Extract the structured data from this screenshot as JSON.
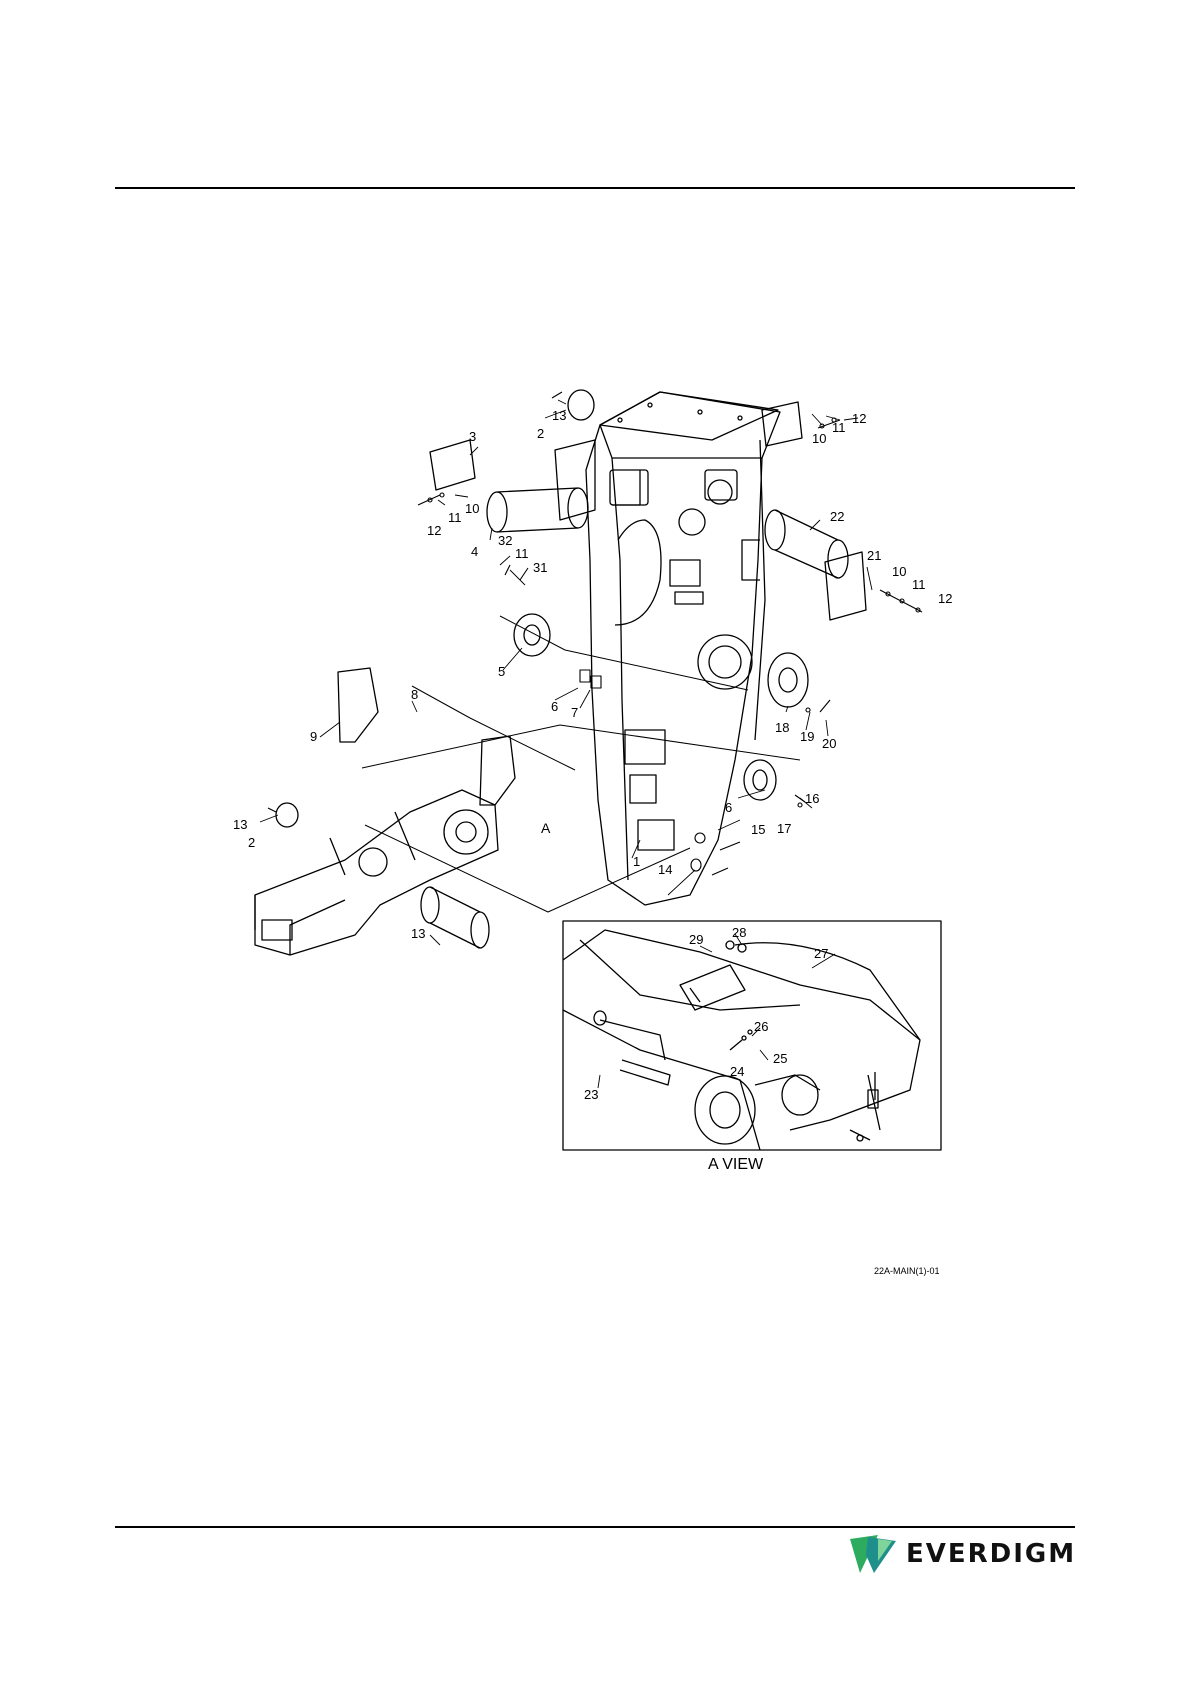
{
  "callouts": {
    "n1": "1",
    "n2a": "2",
    "n2b": "2",
    "n3": "3",
    "n4": "4",
    "n5": "5",
    "n6a": "6",
    "n6b": "6",
    "n7": "7",
    "n8": "8",
    "n9": "9",
    "n10a": "10",
    "n10b": "10",
    "n10c": "10",
    "n11a": "11",
    "n11b": "11",
    "n11c": "11",
    "n11d": "11",
    "n12a": "12",
    "n12b": "12",
    "n12c": "12",
    "n13a": "13",
    "n13b": "13",
    "n13c": "13",
    "n14": "14",
    "n15": "15",
    "n16": "16",
    "n17": "17",
    "n18": "18",
    "n19": "19",
    "n20": "20",
    "n21": "21",
    "n22": "22",
    "n23": "23",
    "n24": "24",
    "n25": "25",
    "n26": "26",
    "n27": "27",
    "n28": "28",
    "n29": "29",
    "n31": "31",
    "n32": "32"
  },
  "view_letter": "A",
  "inset_caption": "A VIEW",
  "drawing_code": "22A-MAIN(1)-01",
  "logo": {
    "text": "EVERDIGM",
    "colors": {
      "green": "#2dab5f",
      "teal": "#1e8f8a",
      "dark": "#111111"
    }
  }
}
